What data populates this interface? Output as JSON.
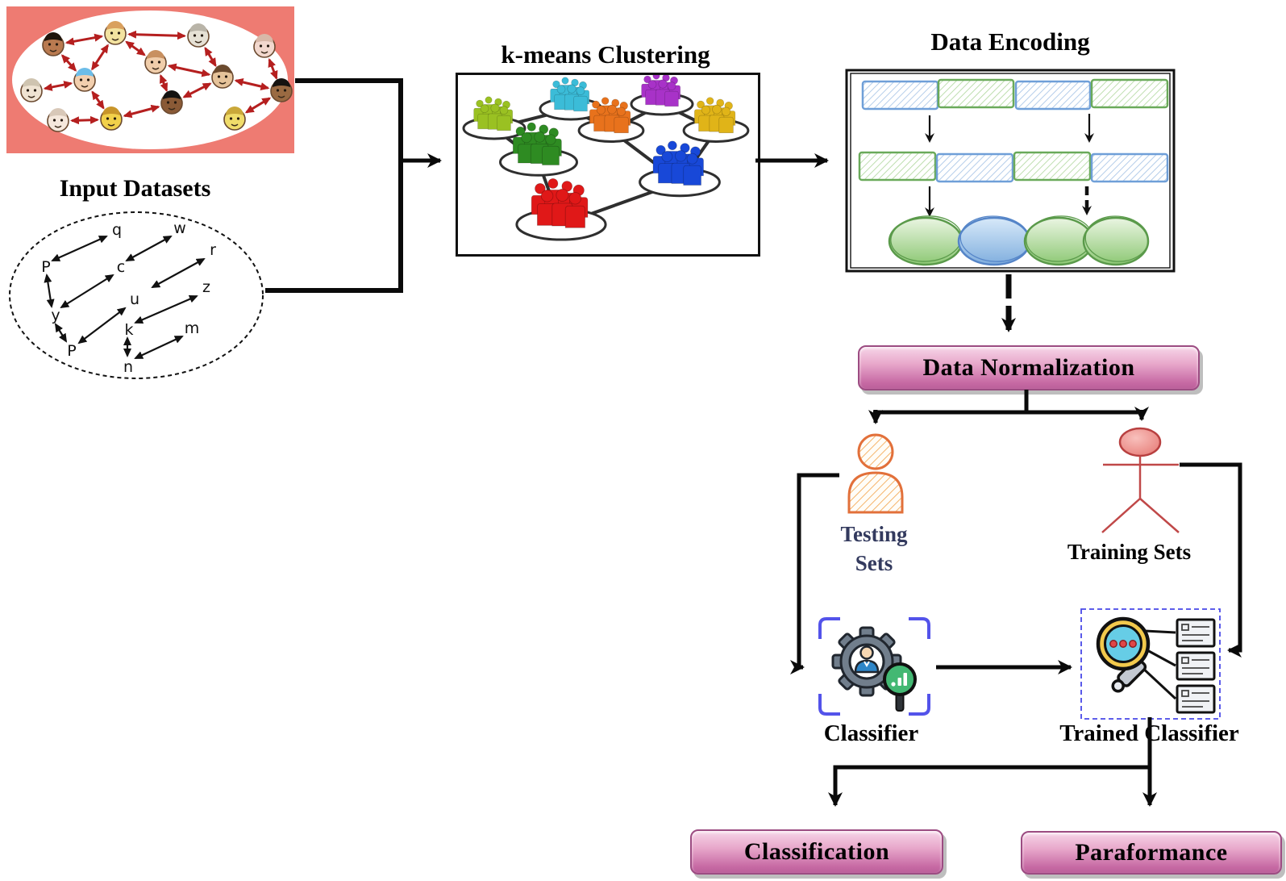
{
  "nodes": {
    "input_datasets": {
      "label": "Input Datasets",
      "letters": [
        "q",
        "w",
        "r",
        "P",
        "c",
        "z",
        "u",
        "y",
        "P",
        "k",
        "m",
        "n"
      ]
    },
    "kmeans": {
      "title": "k-means Clustering"
    },
    "data_encoding": {
      "title": "Data Encoding"
    },
    "data_normalization": {
      "label": "Data Normalization"
    },
    "testing_sets": {
      "line1": "Testing",
      "line2": "Sets"
    },
    "training_sets": {
      "label": "Training Sets"
    },
    "classifier": {
      "label": "Classifier"
    },
    "trained_classifier": {
      "label": "Trained Classifier"
    },
    "classification": {
      "label": "Classification"
    },
    "performance": {
      "label": "Paraformance"
    }
  },
  "icons": {
    "social_network": "social-network-graph-icon",
    "kmeans_clusters": "clustered-people-icon",
    "encoding_blocks": "encoded-blocks-icon",
    "testing_person": "sketched-person-icon",
    "training_person": "stick-figure-icon",
    "classifier": "gear-person-magnifier-icon",
    "trained_classifier": "magnifier-documents-icon"
  },
  "colors": {
    "salmon_background": "#ee7b72",
    "network_arrow_red": "#b51f1f",
    "pill_pink_top": "#f6d5e8",
    "pill_pink_bottom": "#bb5f9a",
    "pill_border": "#9c4c82",
    "flow_arrow_black": "#0a0a0a",
    "encode_blue": "#6f9fd8",
    "encode_green": "#6aaa5a",
    "testing_orange": "#e2703a",
    "training_red": "#c04848",
    "testing_label_navy": "#333a5e",
    "classifier_bracket_blue": "#5353ea",
    "trained_dashed_blue": "#4848e8"
  }
}
